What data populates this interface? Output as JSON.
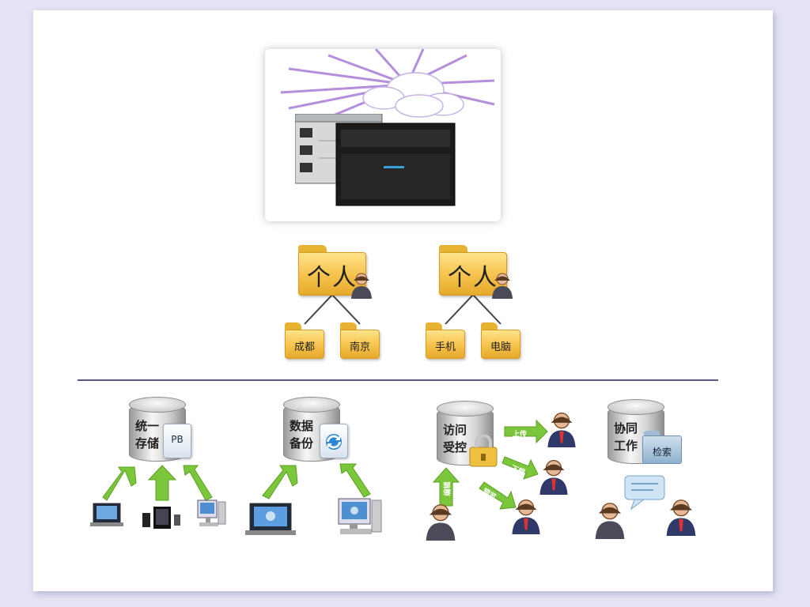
{
  "personal_folders": [
    {
      "label": "个人",
      "children": [
        "成都",
        "南京"
      ]
    },
    {
      "label": "个人",
      "children": [
        "手机",
        "电脑"
      ]
    }
  ],
  "features": {
    "unified_storage": {
      "title_lines": [
        "统一",
        "存储"
      ],
      "badge": "PB"
    },
    "backup": {
      "title_lines": [
        "数据",
        "备份"
      ]
    },
    "access_control": {
      "title_lines": [
        "访问",
        "受控"
      ],
      "arrows": [
        "上传",
        "下载",
        "预览",
        "编辑"
      ]
    },
    "collaboration": {
      "title_lines": [
        "协同",
        "工作"
      ],
      "folder_label": "检索"
    }
  },
  "icons": [
    "cloud-icon",
    "server-icon",
    "person-icon",
    "laptop-icon",
    "desktop-icon",
    "phone-icon",
    "lock-icon",
    "sync-icon",
    "chat-icon"
  ]
}
